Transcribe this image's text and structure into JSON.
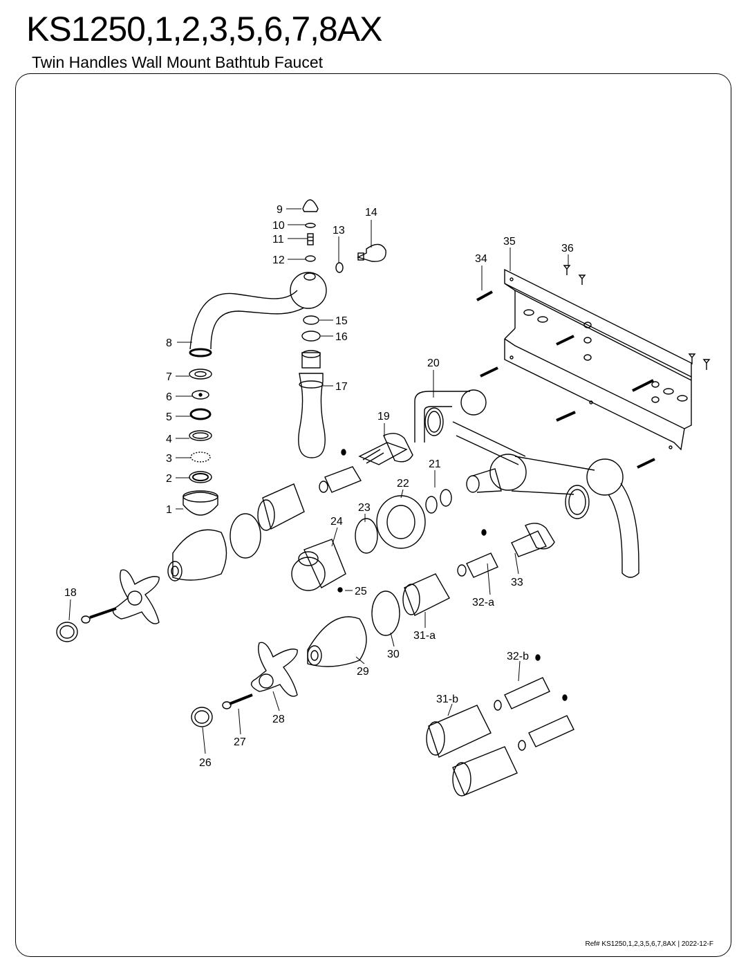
{
  "header": {
    "title": "KS1250,1,2,3,5,6,7,8AX",
    "subtitle": "Twin Handles Wall Mount Bathtub Faucet"
  },
  "footer": {
    "ref": "Ref# KS1250,1,2,3,5,6,7,8AX | 2022-12-F"
  },
  "parts": {
    "p1": "1",
    "p2": "2",
    "p3": "3",
    "p4": "4",
    "p5": "5",
    "p6": "6",
    "p7": "7",
    "p8": "8",
    "p9": "9",
    "p10": "10",
    "p11": "11",
    "p12": "12",
    "p13": "13",
    "p14": "14",
    "p15": "15",
    "p16": "16",
    "p17": "17",
    "p18": "18",
    "p19": "19",
    "p20": "20",
    "p21": "21",
    "p22": "22",
    "p23": "23",
    "p24": "24",
    "p25": "25",
    "p26": "26",
    "p27": "27",
    "p28": "28",
    "p29": "29",
    "p30": "30",
    "p31a": "31-a",
    "p31b": "31-b",
    "p32a": "32-a",
    "p32b": "32-b",
    "p33": "33",
    "p34": "34",
    "p35": "35",
    "p36": "36"
  }
}
